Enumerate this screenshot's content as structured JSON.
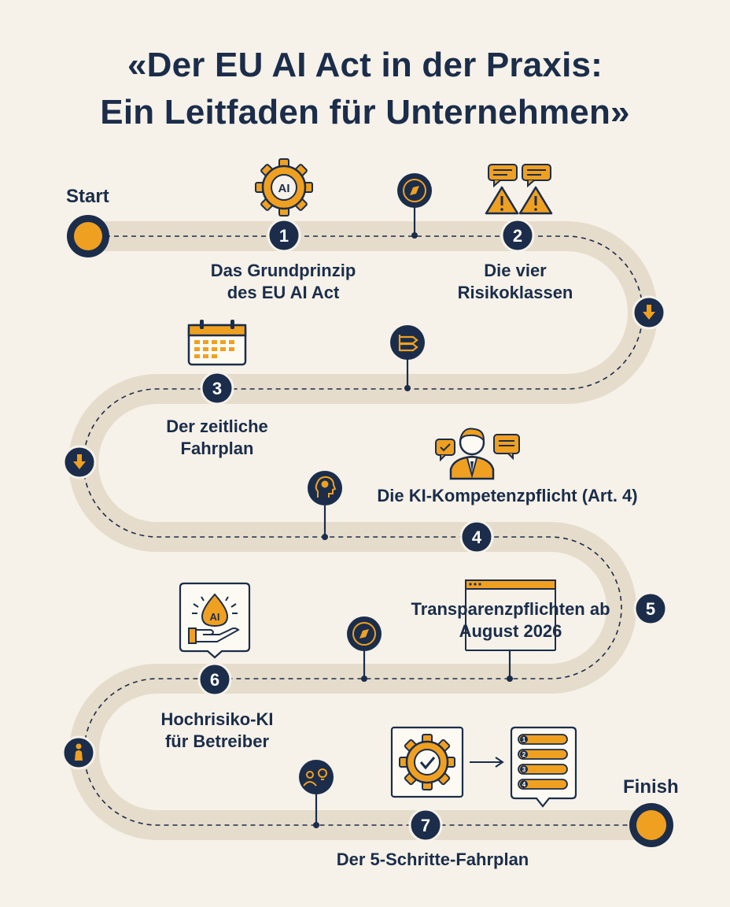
{
  "title_line1": "«Der EU AI Act in der Praxis:",
  "title_line2": "Ein Leitfaden für Unternehmen»",
  "start_label": "Start",
  "finish_label": "Finish",
  "colors": {
    "navy": "#1b2d4a",
    "orange": "#f0a020",
    "road": "#e6dccb",
    "background": "#f6f2e9"
  },
  "steps": [
    {
      "number": "1",
      "line1": "Das Grundprinzip",
      "line2": "des EU AI Act",
      "icon": "ai-gear-icon",
      "icon_text": "AI"
    },
    {
      "number": "2",
      "line1": "Die vier",
      "line2": "Risikoklassen",
      "icon": "warning-chat-icon"
    },
    {
      "number": "3",
      "line1": "Der zeitliche",
      "line2": "Fahrplan",
      "icon": "calendar-icon"
    },
    {
      "number": "4",
      "line1": "Die KI-Kompetenzpflicht (Art. 4)",
      "icon": "person-chat-icon"
    },
    {
      "number": "5",
      "line1": "Transparenzpflichten ab",
      "line2": "August 2026",
      "icon": "browser-window-icon"
    },
    {
      "number": "6",
      "line1": "Hochrisiko-KI",
      "line2": "für Betreiber",
      "icon": "ai-hand-icon",
      "icon_text": "AI"
    },
    {
      "number": "7",
      "line1": "Der 5-Schritte-Fahrplan",
      "icon": "gear-checklist-icon"
    }
  ],
  "checklist_numbers": [
    "1",
    "2",
    "3",
    "4"
  ]
}
